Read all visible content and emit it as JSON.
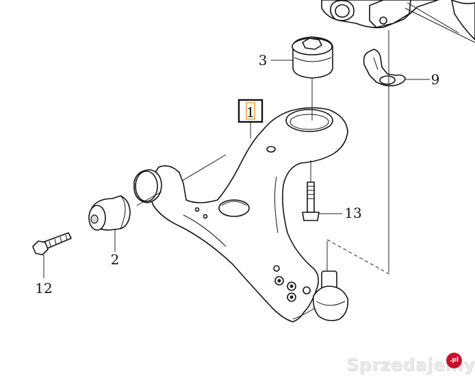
{
  "diagram": {
    "callouts": [
      {
        "id": "1",
        "label": "1",
        "boxed": true
      },
      {
        "id": "2",
        "label": "2"
      },
      {
        "id": "3",
        "label": "3"
      },
      {
        "id": "9",
        "label": "9"
      },
      {
        "id": "12",
        "label": "12"
      },
      {
        "id": "13",
        "label": "13"
      }
    ],
    "highlight_color": "#f0a030"
  },
  "watermark": {
    "text": "Sprzedajemy",
    "badge": ".pl",
    "badge_color": "#c8102e"
  }
}
